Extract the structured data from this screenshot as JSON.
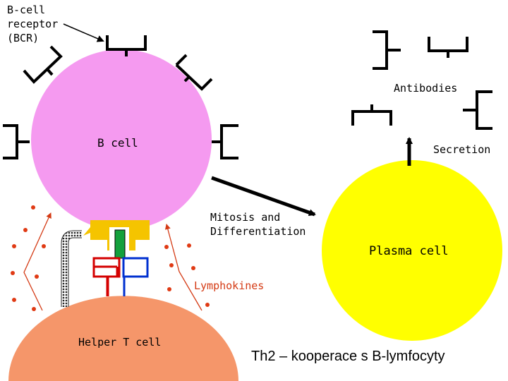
{
  "labels": {
    "bcr_line1": "B-cell",
    "bcr_line2": "receptor",
    "bcr_line3": "(BCR)",
    "b_cell": "B cell",
    "antibodies": "Antibodies",
    "secretion": "Secretion",
    "mitosis_line1": "Mitosis and",
    "mitosis_line2": "Differentiation",
    "plasma_cell": "Plasma cell",
    "lymphokines": "Lymphokines",
    "helper_t_cell": "Helper T cell"
  },
  "caption": "Th2 – kooperace s B-lymfocyty",
  "colors": {
    "b_cell": "#f59af0",
    "plasma_cell": "#ffff00",
    "helper_t_cell": "#f5966a",
    "mhc": "#f5c400",
    "antigen": "#13a03c",
    "tcr_red": "#d40000",
    "tcr_blue": "#0030d0",
    "lymphokine": "#e03a14"
  }
}
